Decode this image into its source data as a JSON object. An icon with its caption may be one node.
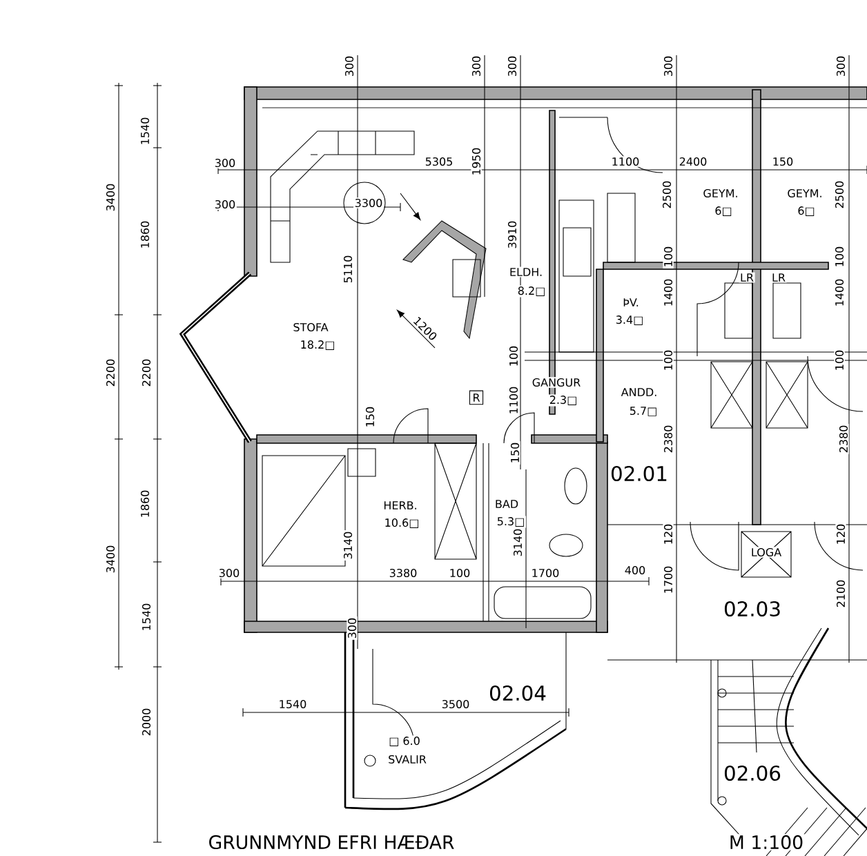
{
  "diagram": {
    "title": "GRUNNMYND EFRI HÆÐAR",
    "labels": [
      "300",
      "300",
      "300",
      "300",
      "300",
      "1540",
      "3400",
      "1860",
      "2200",
      "2200",
      "1860",
      "3400",
      "1540",
      "2000",
      "300",
      "5305",
      "1950",
      "1100",
      "2400",
      "150",
      "2500",
      "GEYM.",
      "6□",
      "GEYM.",
      "6□",
      "2500",
      "300",
      "3300",
      "3910",
      "5110",
      "ELDH.",
      "8.2□",
      "100",
      "LR",
      "LR",
      "100",
      "1400",
      "1400",
      "ÞV.",
      "3.4□",
      "STOFA",
      "18.2□",
      "1200",
      "100",
      "100",
      "100",
      "GANGUR",
      "ANDD.",
      "1100",
      "R",
      "2.3□",
      "5.7□",
      "150",
      "2380",
      "2380",
      "150",
      "02.01",
      "HERB.",
      "BAD",
      "10.6□",
      "5.3□",
      "120",
      "120",
      "3140",
      "3140",
      "LOGA",
      "300",
      "3380",
      "100",
      "1700",
      "400",
      "1700",
      "2100",
      "02.03",
      "300",
      "02.04",
      "1540",
      "3500",
      "□ 6.0",
      "SVALIR",
      "02.06",
      "M 1:100"
    ]
  }
}
